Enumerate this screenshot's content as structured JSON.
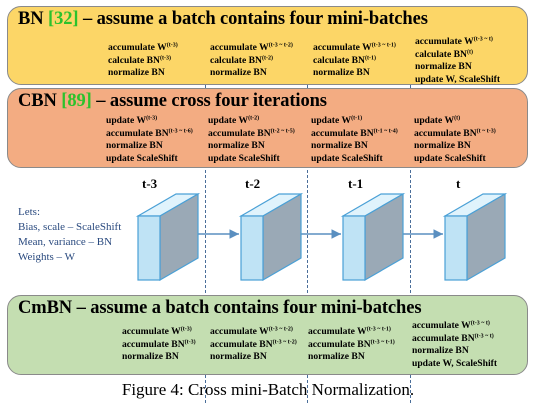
{
  "bn": {
    "title_prefix": "BN ",
    "title_cite": "[32]",
    "title_suffix": " – assume a batch contains four mini-batches",
    "columns": [
      {
        "lines": [
          {
            "t": "accumulate W",
            "s": "(t-3)"
          },
          {
            "t": "calculate BN",
            "s": "(t-3)"
          },
          {
            "t": "normalize BN",
            "s": ""
          }
        ]
      },
      {
        "lines": [
          {
            "t": "accumulate W",
            "s": "(t-3 ~ t-2)"
          },
          {
            "t": "calculate BN",
            "s": "(t-2)"
          },
          {
            "t": "normalize BN",
            "s": ""
          }
        ]
      },
      {
        "lines": [
          {
            "t": "accumulate W",
            "s": "(t-3 ~ t-1)"
          },
          {
            "t": "calculate BN",
            "s": "(t-1)"
          },
          {
            "t": "normalize BN",
            "s": ""
          }
        ]
      },
      {
        "lines": [
          {
            "t": "accumulate W",
            "s": "(t-3 ~ t)"
          },
          {
            "t": "calculate BN",
            "s": "(t)"
          },
          {
            "t": "normalize BN",
            "s": ""
          },
          {
            "t": "update W, ScaleShift",
            "s": ""
          }
        ]
      }
    ]
  },
  "cbn": {
    "title_prefix": "CBN ",
    "title_cite": "[89]",
    "title_suffix": " – assume cross four iterations",
    "columns": [
      {
        "lines": [
          {
            "t": "update W",
            "s": "(t-3)"
          },
          {
            "t": "accumulate BN",
            "s": "(t-3 ~ t-6)"
          },
          {
            "t": "normalize BN",
            "s": ""
          },
          {
            "t": "update ScaleShift",
            "s": ""
          }
        ]
      },
      {
        "lines": [
          {
            "t": "update W",
            "s": "(t-2)"
          },
          {
            "t": "accumulate BN",
            "s": "(t-2 ~ t-5)"
          },
          {
            "t": "normalize BN",
            "s": ""
          },
          {
            "t": "update ScaleShift",
            "s": ""
          }
        ]
      },
      {
        "lines": [
          {
            "t": "update W",
            "s": "(t-1)"
          },
          {
            "t": "accumulate BN",
            "s": "(t-1 ~ t-4)"
          },
          {
            "t": "normalize BN",
            "s": ""
          },
          {
            "t": "update ScaleShift",
            "s": ""
          }
        ]
      },
      {
        "lines": [
          {
            "t": "update W",
            "s": "(t)"
          },
          {
            "t": "accumulate BN",
            "s": "(t ~ t-3)"
          },
          {
            "t": "normalize BN",
            "s": ""
          },
          {
            "t": "update ScaleShift",
            "s": ""
          }
        ]
      }
    ]
  },
  "cmbn": {
    "title": "CmBN – assume a batch contains four mini-batches",
    "columns": [
      {
        "lines": [
          {
            "t": "accumulate W",
            "s": "(t-3)"
          },
          {
            "t": "accumulate BN",
            "s": "(t-3)"
          },
          {
            "t": "normalize BN",
            "s": ""
          }
        ]
      },
      {
        "lines": [
          {
            "t": "accumulate W",
            "s": "(t-3 ~ t-2)"
          },
          {
            "t": "accumulate BN",
            "s": "(t-3 ~ t-2)"
          },
          {
            "t": "normalize BN",
            "s": ""
          }
        ]
      },
      {
        "lines": [
          {
            "t": "accumulate W",
            "s": "(t-3 ~ t-1)"
          },
          {
            "t": "accumulate BN",
            "s": "(t-3 ~ t-1)"
          },
          {
            "t": "normalize BN",
            "s": ""
          }
        ]
      },
      {
        "lines": [
          {
            "t": "accumulate W",
            "s": "(t-3 ~ t)"
          },
          {
            "t": "accumulate BN",
            "s": "(t-3 ~ t)"
          },
          {
            "t": "normalize BN",
            "s": ""
          },
          {
            "t": "update W, ScaleShift",
            "s": ""
          }
        ]
      }
    ]
  },
  "timeline": {
    "steps": [
      "t-3",
      "t-2",
      "t-1",
      "t"
    ],
    "legend": [
      "Lets:",
      "Bias, scale – ScaleShift",
      "Mean, variance – BN",
      "Weights – W"
    ]
  },
  "caption": "Figure 4: Cross mini-Batch Normalization.",
  "colors": {
    "bn_band": "#fcd667",
    "cbn_band": "#f3ac82",
    "cmbn_band": "#c4deb1",
    "citation": "#2cc22c",
    "block_front": "#bfe3f5",
    "block_top": "#e0f3fc",
    "block_side": "#9aa9b6",
    "block_edge": "#4aa0d6",
    "arrow": "#5a8fc0",
    "divider": "#4a6e9a"
  }
}
